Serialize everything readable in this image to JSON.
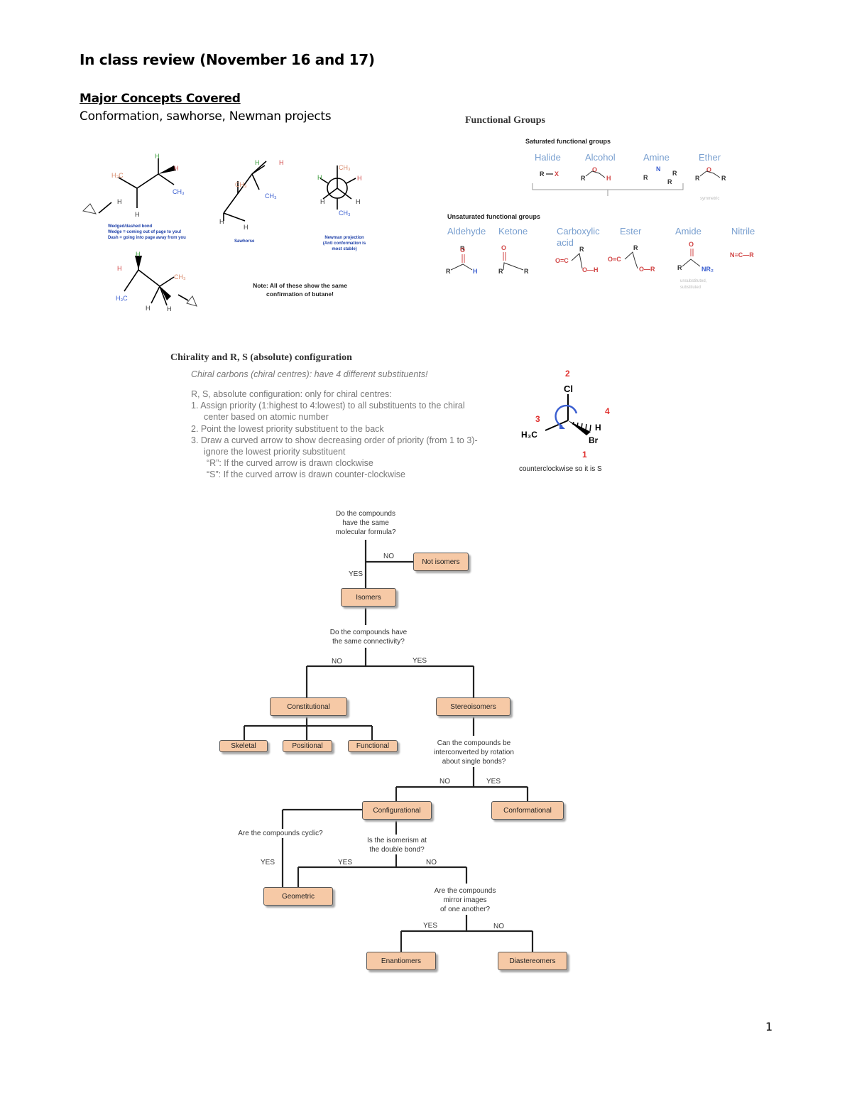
{
  "header": {
    "title": "In class review (November 16 and 17)",
    "section_heading": "Major Concepts Covered",
    "section_subtitle": "Conformation, sawhorse, Newman projects"
  },
  "conformation": {
    "wedge_caption_title": "Wedged/dashed bond",
    "wedge_caption_line1": "Wedge = coming out of page to you!",
    "wedge_caption_line2": "Dash = going into page away from you",
    "sawhorse_caption": "Sawhorse",
    "newman_caption_line1": "Newman projection",
    "newman_caption_line2": "(Anti conformation is",
    "newman_caption_line3": "most stable)",
    "note_line1": "Note: All of these show the same",
    "note_line2": "confirmation of butane!"
  },
  "functional_groups": {
    "title": "Functional Groups",
    "saturated_heading": "Saturated functional groups",
    "saturated": [
      "Halide",
      "Alcohol",
      "Amine",
      "Ether"
    ],
    "ether_note": "symmetric",
    "unsaturated_heading": "Unsaturated functional groups",
    "unsaturated": [
      "Aldehyde",
      "Ketone",
      "Carboxylic",
      "acid",
      "Ester",
      "Amide",
      "Nitrile"
    ],
    "amide_note_line1": "unsubstituted,",
    "amide_note_line2": "substituted"
  },
  "chirality": {
    "title": "Chirality and R, S (absolute) configuration",
    "line1": "Chiral carbons (chiral centres): have 4 different substituents!",
    "line2": "R, S, absolute configuration: only for chiral centres:",
    "step1a": "1.  Assign priority (1:highest to 4:lowest) to all substituents to the chiral",
    "step1b": "center based on atomic number",
    "step2": "2.  Point the lowest priority substituent to the back",
    "step3a": "3.  Draw a curved arrow to show decreasing order of priority (from 1 to 3)-",
    "step3b": "ignore the lowest priority substituent",
    "ruleR": "“R”: If the curved arrow is drawn clockwise",
    "ruleS": "“S”: If the curved arrow is drawn counter-clockwise",
    "diagram_caption": "counterclockwise so it is S",
    "priorities": [
      "2",
      "3",
      "4",
      "1"
    ]
  },
  "flowchart": {
    "q1": [
      "Do the compounds",
      "have the same",
      "molecular formula?"
    ],
    "q2": [
      "Do the compounds have",
      "the same connectivity?"
    ],
    "q3": [
      "Can the compounds be",
      "interconverted by rotation",
      "about single bonds?"
    ],
    "q4": "Are the compounds cyclic?",
    "q5": [
      "Is the isomerism at",
      "the double bond?"
    ],
    "q6": [
      "Are the compounds",
      "mirror images",
      "of one another?"
    ],
    "yes": "YES",
    "no": "NO",
    "boxes": {
      "not_isomers": "Not isomers",
      "isomers": "Isomers",
      "constitutional": "Constitutional",
      "stereoisomers": "Stereoisomers",
      "skeletal": "Skeletal",
      "positional": "Positional",
      "functional": "Functional",
      "configurational": "Configurational",
      "conformational": "Conformational",
      "geometric": "Geometric",
      "enantiomers": "Enantiomers",
      "diastereomers": "Diastereomers"
    }
  },
  "page_number": "1"
}
